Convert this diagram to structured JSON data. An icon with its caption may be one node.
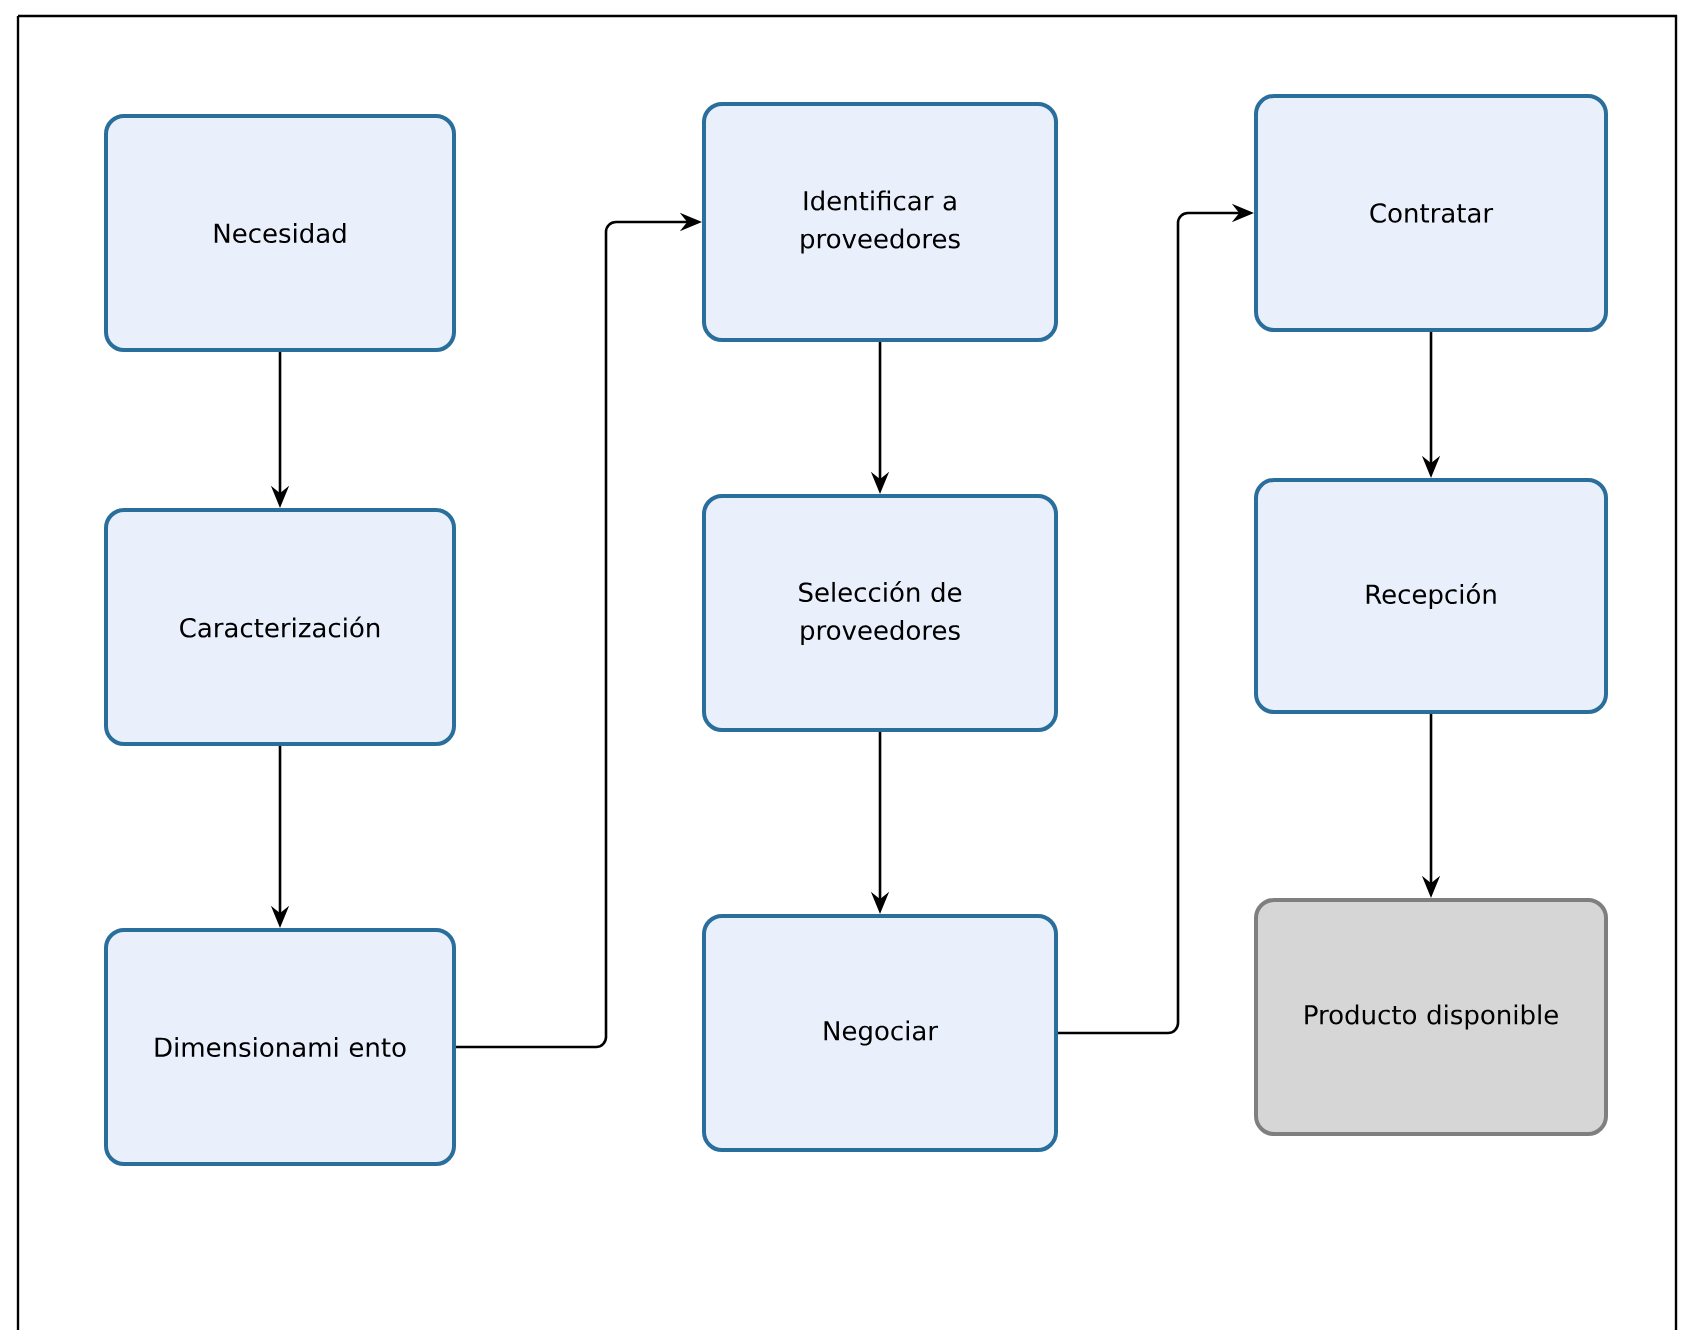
{
  "diagram": {
    "nodes": [
      {
        "text": [
          "Necesidad"
        ]
      },
      {
        "text": [
          "Caracterización"
        ]
      },
      {
        "text": [
          "Dimensionami ento"
        ]
      },
      {
        "text": [
          "Identificar a proveedores"
        ]
      },
      {
        "text": [
          "Selección de proveedores"
        ]
      },
      {
        "text": [
          "Negociar"
        ]
      },
      {
        "text": [
          "Contratar"
        ]
      },
      {
        "text": [
          "Recepción"
        ]
      },
      {
        "text": [
          "Producto disponible"
        ]
      }
    ],
    "edges": [
      {
        "from": 0,
        "to": 1,
        "arrow": "to"
      },
      {
        "from": 1,
        "to": 2,
        "arrow": "to"
      },
      {
        "from": 2,
        "to": 3,
        "arrow": "to"
      },
      {
        "from": 3,
        "to": 4,
        "arrow": "to"
      },
      {
        "from": 4,
        "to": 5,
        "arrow": "to"
      },
      {
        "from": 5,
        "to": 6,
        "arrow": "to"
      },
      {
        "from": 6,
        "to": 7,
        "arrow": "to"
      },
      {
        "from": 7,
        "to": 8,
        "arrow": "to"
      }
    ]
  }
}
